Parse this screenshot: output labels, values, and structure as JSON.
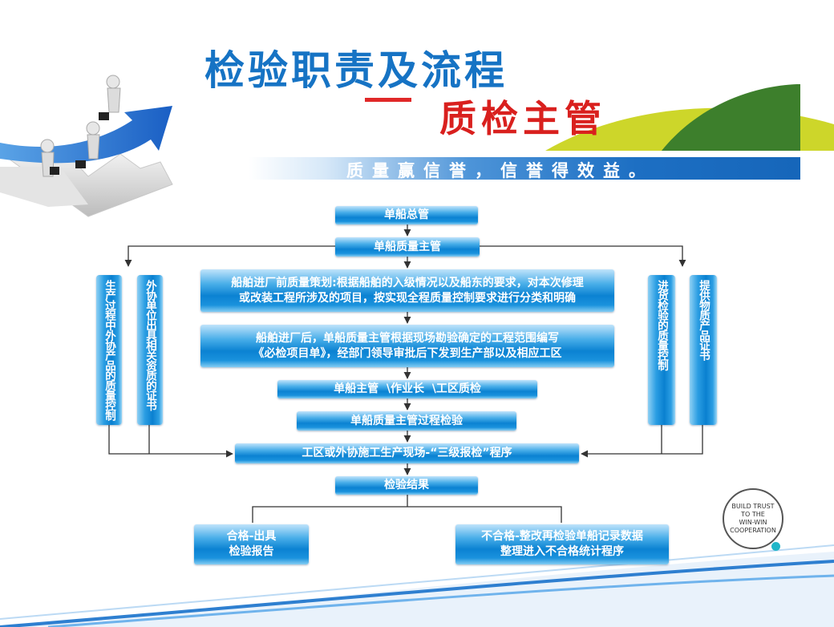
{
  "header": {
    "title": "检验职责及流程",
    "subtitle": "质检主管",
    "slogan": "质量赢信誉，信誉得效益。"
  },
  "flow": {
    "top": "单船总管",
    "quality_manager": "单船质量主管",
    "step1_line1": "船舶进厂前质量策划:根据船舶的入级情况以及船东的要求，对本次修理",
    "step1_line2": "或改装工程所涉及的项目，按实现全程质量控制要求进行分类和明确",
    "step2_line1": "船舶进厂后，单船质量主管根据现场勘验确定的工程范围编写",
    "step2_line2": "《必检项目单》，经部门领导审批后下发到生产部以及相应工区",
    "step3": "单船主管  \\作业长  \\工区质检",
    "step4": "单船质量主管过程检验",
    "step5": "工区或外协施工生产现场-“三级报检”程序",
    "result": "检验结果",
    "pass_line1": "合格-出具",
    "pass_line2": "检验报告",
    "fail_line1": "不合格-整改再检验单船记录数据",
    "fail_line2": "整理进入不合格统计程序"
  },
  "side": {
    "left1": "生产过程中外协产品的质量控制",
    "left2": "外协单位出具相关资质的证书",
    "right1": "进货检验的质量控制",
    "right2": "提供物质产品证书"
  },
  "badge": {
    "line1": "BUILD TRUST",
    "line2": "TO THE",
    "line3": "WIN-WIN",
    "line4": "COOPERATION"
  },
  "colors": {
    "title_blue": "#1673c4",
    "title_red": "#d9201e",
    "box_blue": "#0b82d2",
    "connector": "#333333"
  }
}
